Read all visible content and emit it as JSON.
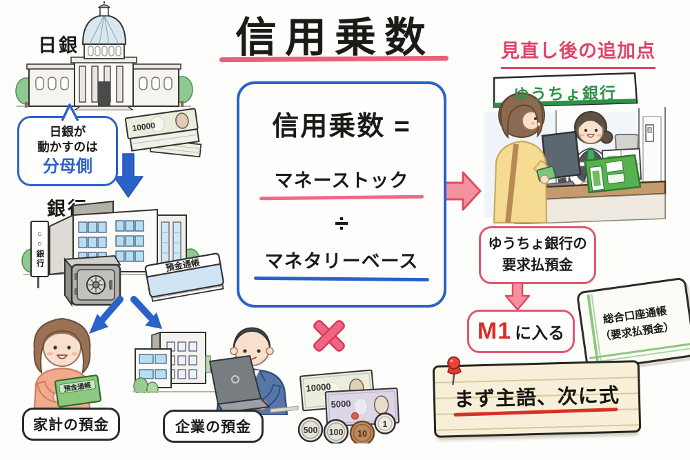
{
  "title": "信用乗数",
  "boj": {
    "label": "日銀",
    "bubble1": "日銀が",
    "bubble2": "動かすのは",
    "bubble3": "分母側",
    "bill": "10000"
  },
  "bank": {
    "label": "銀行",
    "sign": "○○銀行",
    "passbook": "預金通帳"
  },
  "household": {
    "passbook": "預金通帳",
    "label": "家計の預金"
  },
  "corporate": {
    "label": "企業の預金"
  },
  "formula": {
    "heading": "信用乗数 =",
    "numerator": "マネーストック",
    "operator": "÷",
    "denominator": "マネタリーベース"
  },
  "cash": {
    "bill10000": "10000",
    "bill5000": "5000",
    "coin500": "500",
    "coin100": "100",
    "coin10": "10",
    "coin1": "1"
  },
  "review": {
    "heading": "見直し後の追加点",
    "bankSign": "ゆうちょ銀行",
    "depositLine1": "ゆうちょ銀行の",
    "depositLine2": "要求払預金",
    "m1": "M1",
    "m1Rest": "に入る",
    "passbook1": "総合口座通帳",
    "passbook2": "（要求払預金）",
    "note": "まず主語、次に式"
  },
  "colors": {
    "blue": "#2a62c9",
    "pink": "#e0566e",
    "red": "#d93025",
    "green": "#2e9147"
  }
}
